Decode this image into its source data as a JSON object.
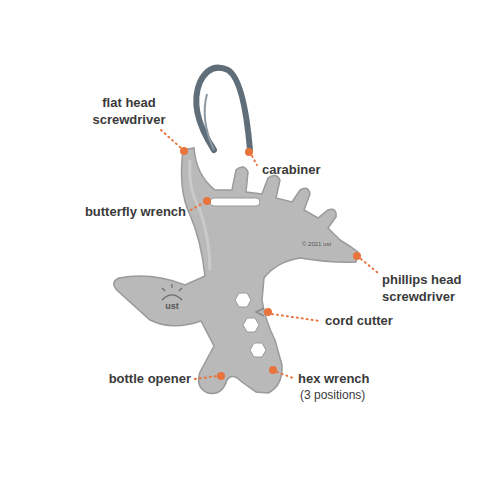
{
  "diagram": {
    "labels": [
      "flat head screwdriver",
      "carabiner",
      "butterfly wrench",
      "phillips head screwdriver",
      "cord cutter",
      "bottle opener",
      "hex wrench",
      "(3 positions)",
      "ust",
      "© 2021 ust"
    ]
  }
}
